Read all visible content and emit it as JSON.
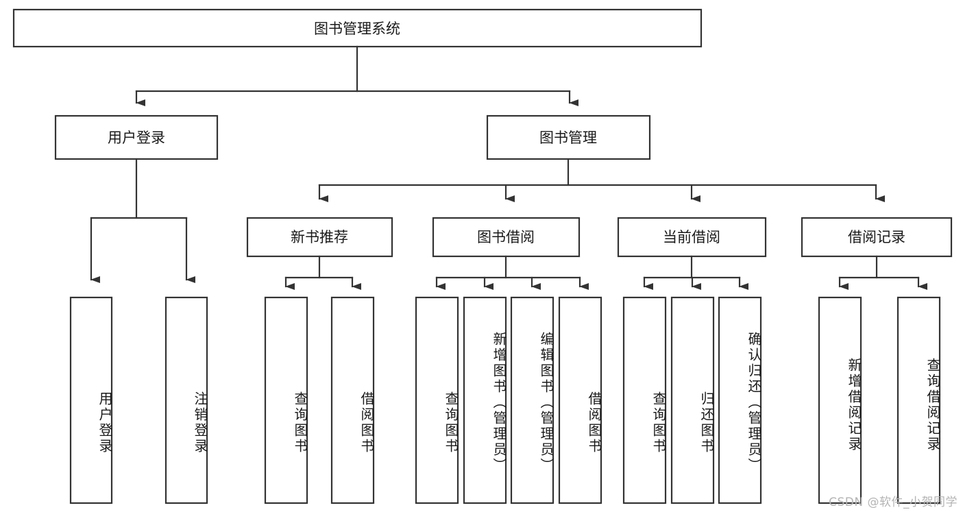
{
  "diagram": {
    "title": "图书管理系统",
    "type": "tree-structure-chart",
    "root": {
      "id": "root",
      "label": "图书管理系统"
    },
    "level2": [
      {
        "id": "user-login",
        "label": "用户登录"
      },
      {
        "id": "book-manage",
        "label": "图书管理"
      }
    ],
    "level3": [
      {
        "id": "new-book-recommend",
        "label": "新书推荐",
        "parent": "book-manage"
      },
      {
        "id": "book-borrow",
        "label": "图书借阅",
        "parent": "book-manage"
      },
      {
        "id": "current-borrow",
        "label": "当前借阅",
        "parent": "book-manage"
      },
      {
        "id": "borrow-record",
        "label": "借阅记录",
        "parent": "book-manage"
      }
    ],
    "leaves": [
      {
        "id": "leaf-user-login",
        "label": "用户登录",
        "parent": "user-login"
      },
      {
        "id": "leaf-logout-login",
        "label": "注销登录",
        "parent": "user-login"
      },
      {
        "id": "leaf-query-book-1",
        "label": "查询图书",
        "parent": "new-book-recommend"
      },
      {
        "id": "leaf-borrow-book-1",
        "label": "借阅图书",
        "parent": "new-book-recommend"
      },
      {
        "id": "leaf-query-book-2",
        "label": "查询图书",
        "parent": "book-borrow"
      },
      {
        "id": "leaf-add-book",
        "label": "新增图书（管理员）",
        "parent": "book-borrow"
      },
      {
        "id": "leaf-edit-book",
        "label": "编辑图书（管理员）",
        "parent": "book-borrow"
      },
      {
        "id": "leaf-borrow-book-2",
        "label": "借阅图书",
        "parent": "book-borrow"
      },
      {
        "id": "leaf-query-book-3",
        "label": "查询图书",
        "parent": "current-borrow"
      },
      {
        "id": "leaf-return-book",
        "label": "归还图书",
        "parent": "current-borrow"
      },
      {
        "id": "leaf-confirm-return",
        "label": "确认归还（管理员）",
        "parent": "current-borrow"
      },
      {
        "id": "leaf-add-record",
        "label": "新增借阅记录",
        "parent": "borrow-record"
      },
      {
        "id": "leaf-query-record",
        "label": "查询借阅记录",
        "parent": "borrow-record"
      }
    ]
  },
  "watermark": {
    "text": "CSDN @软件_小贺同学"
  },
  "colors": {
    "stroke": "#333333",
    "fill": "#ffffff",
    "text": "#1a1a1a",
    "watermark": "#b4b4b4"
  }
}
